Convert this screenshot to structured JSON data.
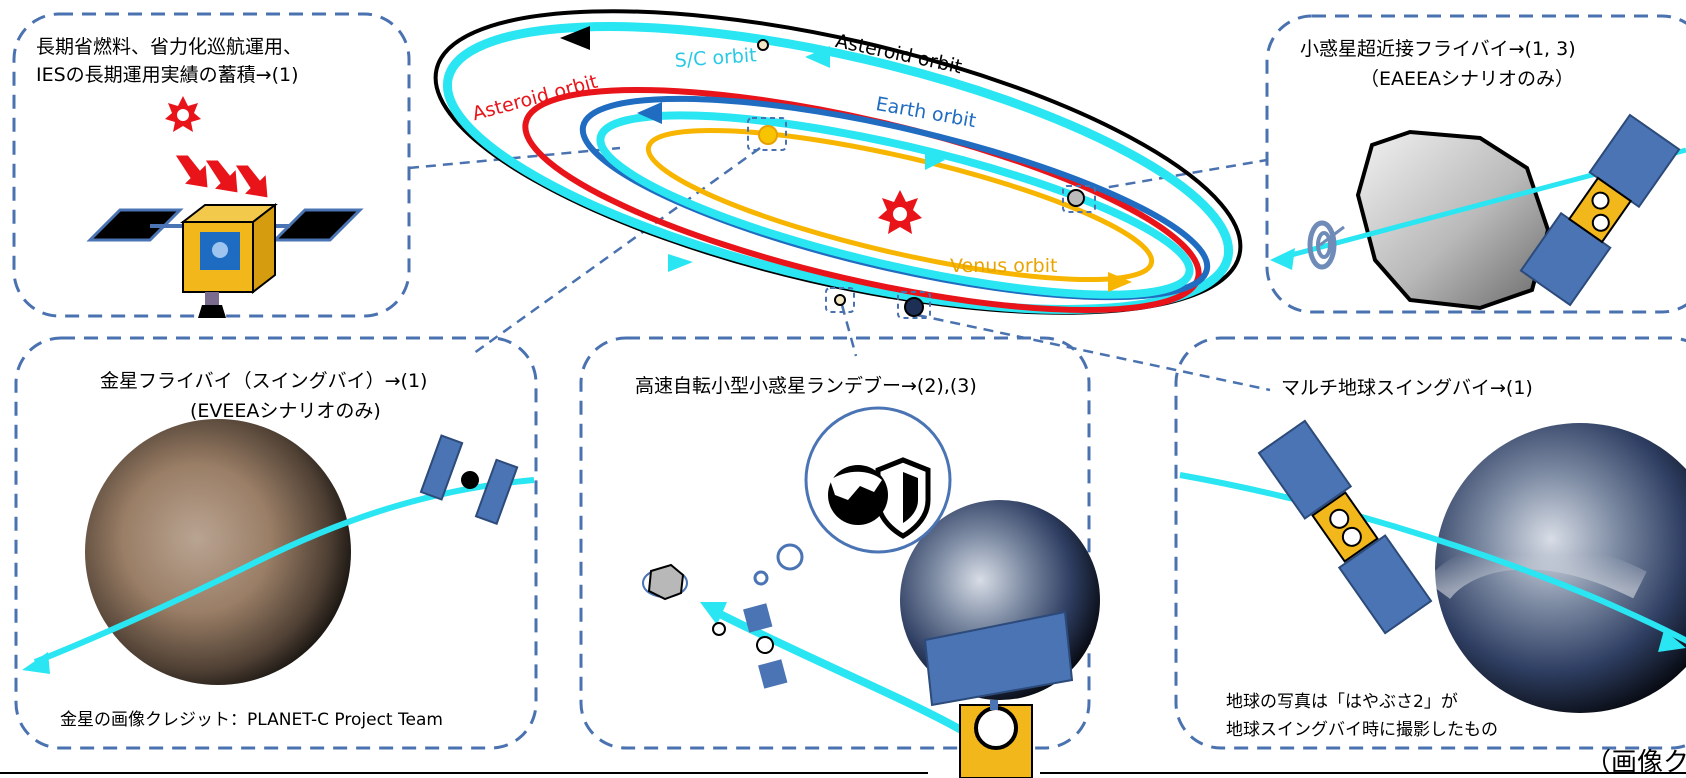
{
  "panels": {
    "top_left": {
      "line1": "長期省燃料、省力化巡航運用、",
      "line2": "IESの長期運用実績の蓄積→(1)"
    },
    "top_right": {
      "line1": "小惑星超近接フライバイ→(1, 3)",
      "line2": "（EAEEAシナリオのみ）"
    },
    "bottom_left": {
      "line1": "金星フライバイ（スイングバイ）→(1)",
      "line2": "(EVEEAシナリオのみ)",
      "credit": "金星の画像クレジット：PLANET-C Project Team"
    },
    "bottom_center": {
      "line1": "高速自転小型小惑星ランデブー→(2),(3)"
    },
    "bottom_right": {
      "line1": "マルチ地球スイングバイ→(1)",
      "note1": "地球の写真は「はやぶさ2」が",
      "note2": "地球スイングバイ時に撮影したもの"
    }
  },
  "orbits": {
    "asteroid_outer": "Asteroid orbit",
    "sc": "S/C orbit",
    "asteroid_inner": "Asteroid orbit",
    "earth": "Earth orbit",
    "venus": "Venus orbit"
  },
  "credit_cut": "（画像ク",
  "colors": {
    "panel_border": "#4a72b0",
    "sc_orbit": "#29e6f2",
    "asteroid_orbit": "#e8141a",
    "earth_orbit": "#1f6cc1",
    "venus_orbit": "#f8b500",
    "sun": "#e8141a",
    "spacecraft": "#4a74b4"
  }
}
